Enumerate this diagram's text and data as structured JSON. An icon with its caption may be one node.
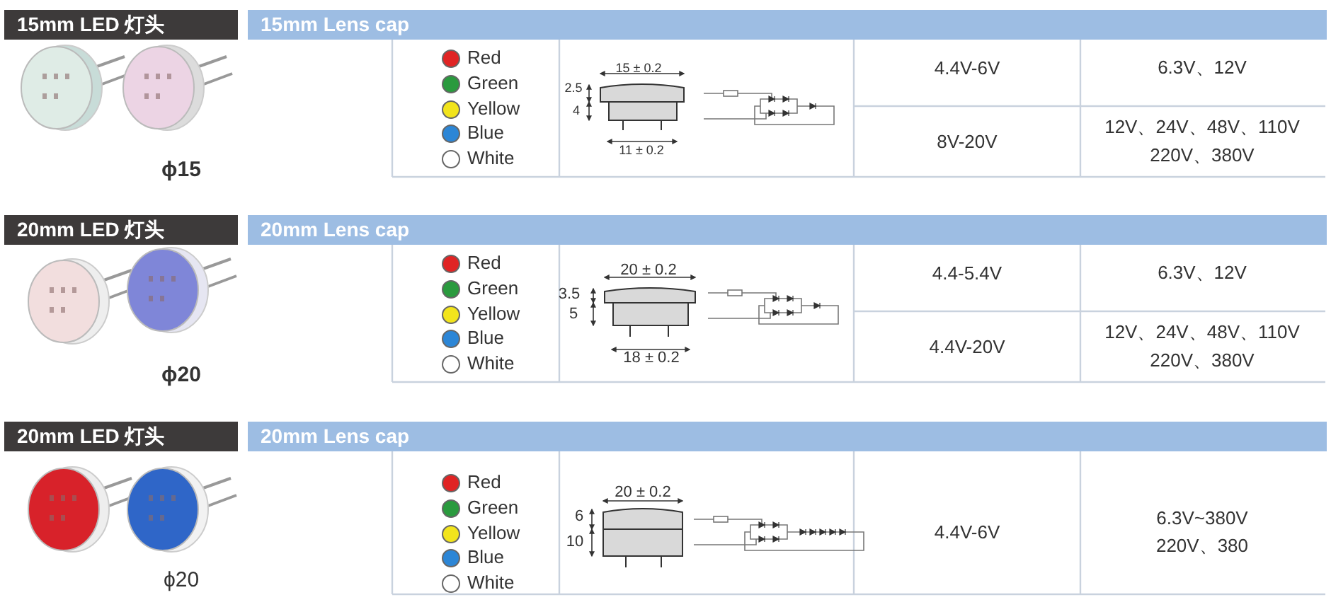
{
  "diagram": {
    "nodes": [
      {
        "text": [
          "15mm LED 灯头"
        ]
      },
      {
        "text": [
          "15mm Lens cap"
        ]
      },
      {
        "text": [
          "20mm LED 灯头"
        ]
      },
      {
        "text": [
          "20mm Lens cap"
        ]
      },
      {
        "text": [
          "20mm LED 灯头"
        ]
      },
      {
        "text": [
          "20mm Lens cap"
        ]
      }
    ],
    "labels": [
      "15 ± 0.2",
      "2.5",
      "4",
      "11 ± 0.2",
      "4.4V-6V",
      "6.3V、12V",
      "8V-20V",
      "12V、24V、48V、110V 220V、380V",
      "ϕ15",
      "20 ± 0.2",
      "3.5",
      "5",
      "18 ± 0.2",
      "4.4-5.4V",
      "6.3V、12V",
      "4.4V-20V",
      "12V、24V、48V、110V 220V、380V",
      "ϕ20",
      "20 ± 0.2",
      "6",
      "10",
      "4.4V-6V",
      "6.3V~380V",
      "220V、380",
      "ϕ20"
    ],
    "legend": [
      {
        "text": "Red",
        "color": "#e02424"
      },
      {
        "text": "Green",
        "color": "#2a9a3e"
      },
      {
        "text": "Yellow",
        "color": "#f2e41c"
      },
      {
        "text": "Blue",
        "color": "#2c86d6"
      },
      {
        "text": "White",
        "color": "#ffffff"
      },
      {
        "text": "Red",
        "color": "#e02424"
      },
      {
        "text": "Green",
        "color": "#2a9a3e"
      },
      {
        "text": "Yellow",
        "color": "#f2e41c"
      },
      {
        "text": "Blue",
        "color": "#2c86d6"
      },
      {
        "text": "White",
        "color": "#ffffff"
      },
      {
        "text": "Red",
        "color": "#e02424"
      },
      {
        "text": "Green",
        "color": "#2a9a3e"
      },
      {
        "text": "Yellow",
        "color": "#f2e41c"
      },
      {
        "text": "Blue",
        "color": "#2c86d6"
      },
      {
        "text": "White",
        "color": "#ffffff"
      }
    ]
  }
}
